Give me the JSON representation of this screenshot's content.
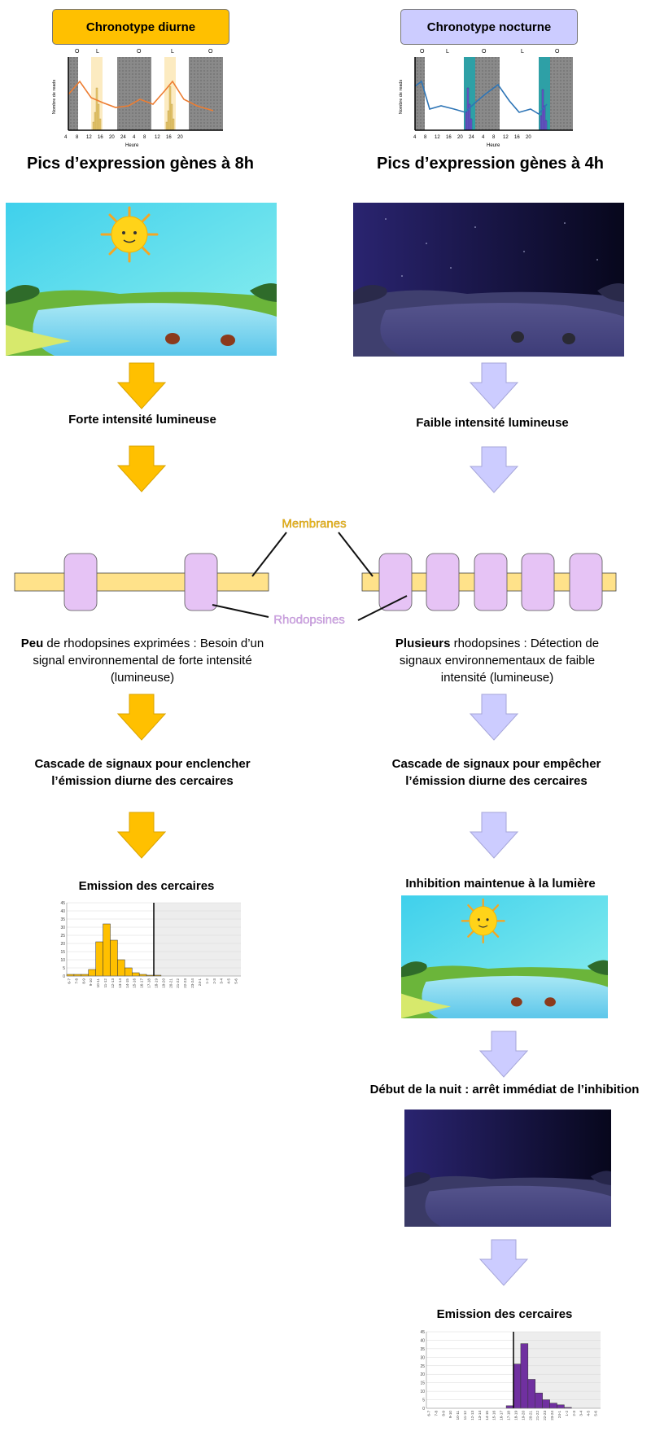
{
  "left": {
    "chronotype": "Chronotype diurne",
    "peaks": "Pics d’expression gènes à 8h",
    "intensity": "Forte intensité lumineuse",
    "rhodo_bold": "Peu",
    "rhodo_text": " de rhodopsines exprimées : Besoin d’un signal environnemental de forte intensité (lumineuse)",
    "cascade": "Cascade de signaux pour enclencher l’émission diurne des cercaires",
    "emission": "Emission des cercaires"
  },
  "right": {
    "chronotype": "Chronotype nocturne",
    "peaks": "Pics d’expression gènes à 4h",
    "intensity": "Faible intensité lumineuse",
    "rhodo_bold": "Plusieurs",
    "rhodo_text": " rhodopsines : Détection de signaux environnementaux de faible intensité (lumineuse)",
    "cascade": "Cascade de signaux pour empêcher l’émission diurne des cercaires",
    "inhibition": "Inhibition maintenue à la lumière",
    "night": "Début de la nuit : arrêt immédiat de l’inhibition",
    "emission": "Emission des cercaires"
  },
  "membranes_label": "Membranes",
  "rhodopsines_label": "Rhodopsines",
  "colors": {
    "diurne": "#FFC000",
    "nocturne": "#CCCCFF",
    "membrane": "#FFE28A",
    "rhodopsin": "#E6C3F5",
    "rhodo_text": "#C7A0DC",
    "membrane_text": "#E3A92B",
    "bar_day": "#FFC000",
    "bar_night": "#7030A0"
  },
  "mini_chart": {
    "ylabel": "Nombre de reads",
    "xlabel": "Heure",
    "left_ticks": [
      "4",
      "8",
      "12",
      "16",
      "20",
      "24",
      "4",
      "8",
      "12",
      "16",
      "20"
    ],
    "right_ticks": [
      "4",
      "8",
      "12",
      "16",
      "20",
      "24",
      "4",
      "8",
      "12",
      "16",
      "20"
    ],
    "left_periods": [
      "O",
      "L",
      "O",
      "L",
      "O"
    ],
    "right_periods": [
      "O",
      "L",
      "O",
      "L",
      "O"
    ]
  },
  "chart_data": [
    {
      "type": "bar",
      "categories": [
        "6-7",
        "7-8",
        "8-9",
        "9-10",
        "10-11",
        "11-12",
        "12-13",
        "13-14",
        "14-15",
        "15-16",
        "16-17",
        "17-18",
        "18-19",
        "19-20",
        "20-21",
        "21-22",
        "22-23",
        "23-24",
        "24-1",
        "1-2",
        "2-3",
        "3-4",
        "4-5",
        "5-6"
      ],
      "values": [
        1,
        1,
        1,
        4,
        21,
        32,
        22,
        10,
        5,
        2,
        1,
        0.5,
        0.5,
        0,
        0,
        0,
        0,
        0,
        0,
        0,
        0,
        0,
        0,
        0
      ],
      "yticks": [
        "0",
        "5",
        "10",
        "15",
        "20",
        "25",
        "30",
        "35",
        "40",
        "45"
      ],
      "ylim": [
        0,
        45
      ]
    },
    {
      "type": "bar",
      "categories": [
        "6-7",
        "7-8",
        "8-9",
        "9-10",
        "10-11",
        "11-12",
        "12-13",
        "13-14",
        "14-15",
        "15-16",
        "16-17",
        "17-18",
        "18-19",
        "19-20",
        "20-21",
        "21-22",
        "22-23",
        "23-24",
        "24-1",
        "1-2",
        "2-3",
        "3-4",
        "4-5",
        "5-6"
      ],
      "values": [
        0,
        0,
        0,
        0,
        0,
        0,
        0,
        0,
        0,
        0,
        0,
        1.5,
        26,
        38,
        17,
        9,
        5,
        3,
        2,
        0.5,
        0,
        0,
        0,
        0
      ],
      "yticks": [
        "0",
        "5",
        "10",
        "15",
        "20",
        "25",
        "30",
        "35",
        "40",
        "45"
      ],
      "ylim": [
        0,
        45
      ]
    }
  ]
}
